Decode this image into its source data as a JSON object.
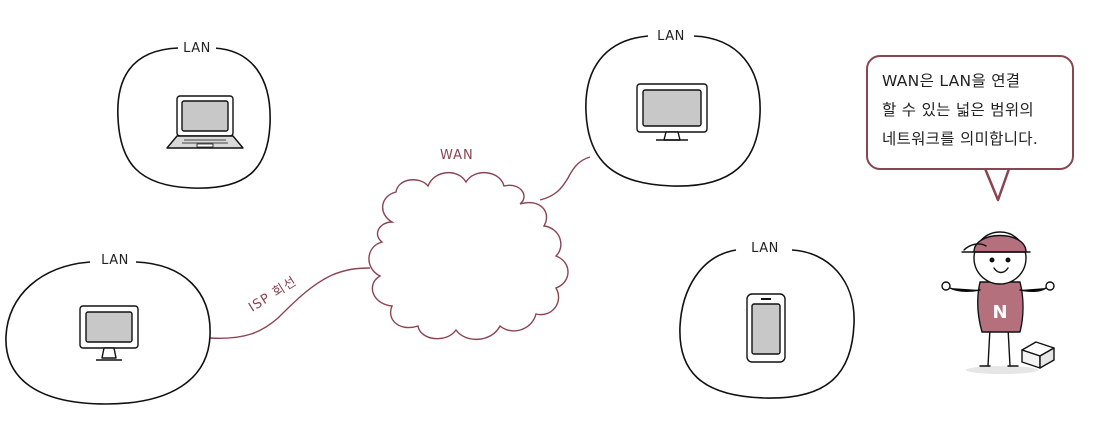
{
  "lans": [
    {
      "label": "LAN",
      "device": "laptop-icon"
    },
    {
      "label": "LAN",
      "device": "monitor-icon"
    },
    {
      "label": "LAN",
      "device": "monitor-icon"
    },
    {
      "label": "LAN",
      "device": "smartphone-icon"
    }
  ],
  "wan": {
    "label": "WAN"
  },
  "isp_line": {
    "label": "ISP 회선"
  },
  "speech_bubble": {
    "lines": [
      "WAN은 LAN을 연결",
      "할 수 있는 넓은 범위의",
      "네트워크를 의미합니다."
    ]
  },
  "colors": {
    "accent": "#8a4452",
    "cap": "#b5707e",
    "outline": "#111111",
    "screen": "#c8c8c8"
  }
}
